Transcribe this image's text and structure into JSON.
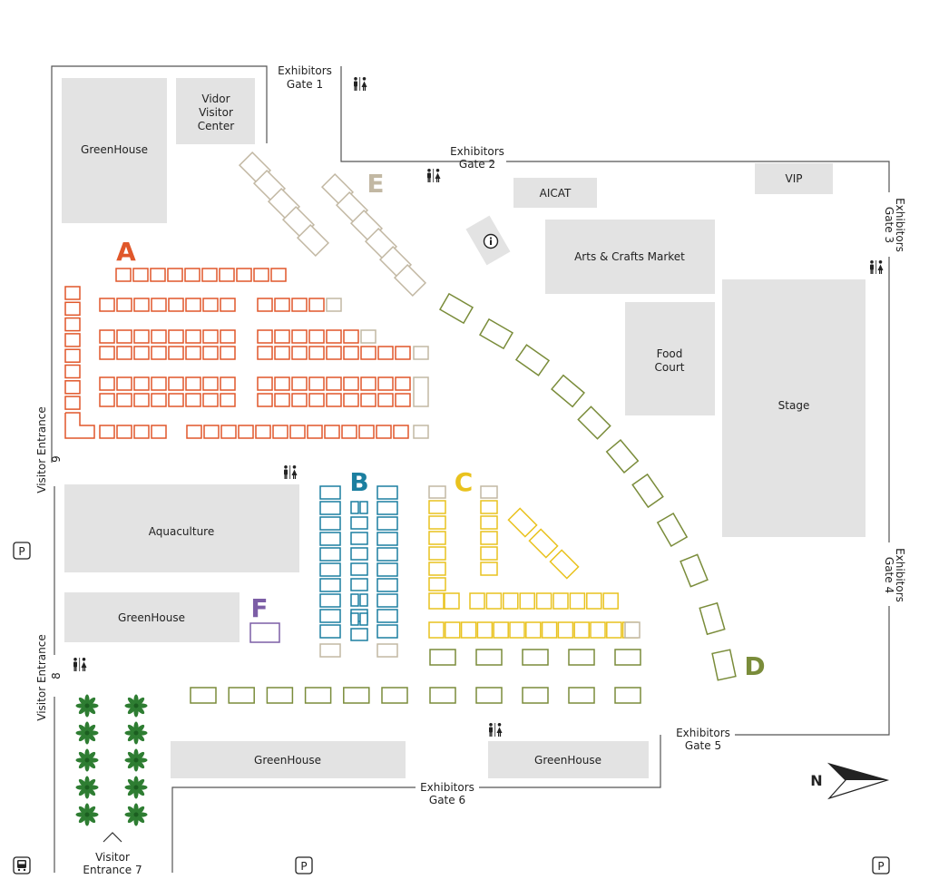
{
  "colors": {
    "A": "#e0572a",
    "B": "#1b7fa0",
    "C": "#e9c21e",
    "D": "#7a8c3a",
    "E": "#c2b8a3",
    "F": "#7c5ea6",
    "blocks": "#e3e3e3",
    "walls": "#555555",
    "palm": "#2e7d32"
  },
  "zones": {
    "A": "A",
    "B": "B",
    "C": "C",
    "D": "D",
    "E": "E",
    "F": "F"
  },
  "buildings": {
    "greenhouse_nw": "GreenHouse",
    "vidor_1": "Vidor",
    "vidor_2": "Visitor",
    "vidor_3": "Center",
    "aicat": "AICAT",
    "vip": "VIP",
    "arts_crafts": "Arts & Crafts Market",
    "food_1": "Food",
    "food_2": "Court",
    "stage": "Stage",
    "aquaculture": "Aquaculture",
    "greenhouse_w": "GreenHouse",
    "greenhouse_s1": "GreenHouse",
    "greenhouse_s2": "GreenHouse"
  },
  "gates": {
    "g1_a": "Exhibitors",
    "g1_b": "Gate  1",
    "g2_a": "Exhibitors",
    "g2_b": "Gate  2",
    "g3_a": "Exhibitors",
    "g3_b": "Gate  3",
    "g4_a": "Exhibitors",
    "g4_b": "Gate  4",
    "g5_a": "Exhibitors",
    "g5_b": "Gate  5",
    "g6_a": "Exhibitors",
    "g6_b": "Gate  6",
    "v9_a": "Visitor Entrance",
    "v9_b": "9",
    "v8_a": "Visitor Entrance",
    "v8_b": "8",
    "v7_a": "Visitor",
    "v7_b": "Entrance 7"
  },
  "compass": {
    "label": "N"
  },
  "parking": {
    "p1": "P",
    "p2": "P",
    "p3": "P"
  },
  "icons": {
    "restroom": "restroom-icon",
    "info": "info-icon",
    "parking": "parking-icon",
    "bus": "bus-icon",
    "palm": "palm-tree-icon",
    "compass": "compass-arrow-icon"
  }
}
